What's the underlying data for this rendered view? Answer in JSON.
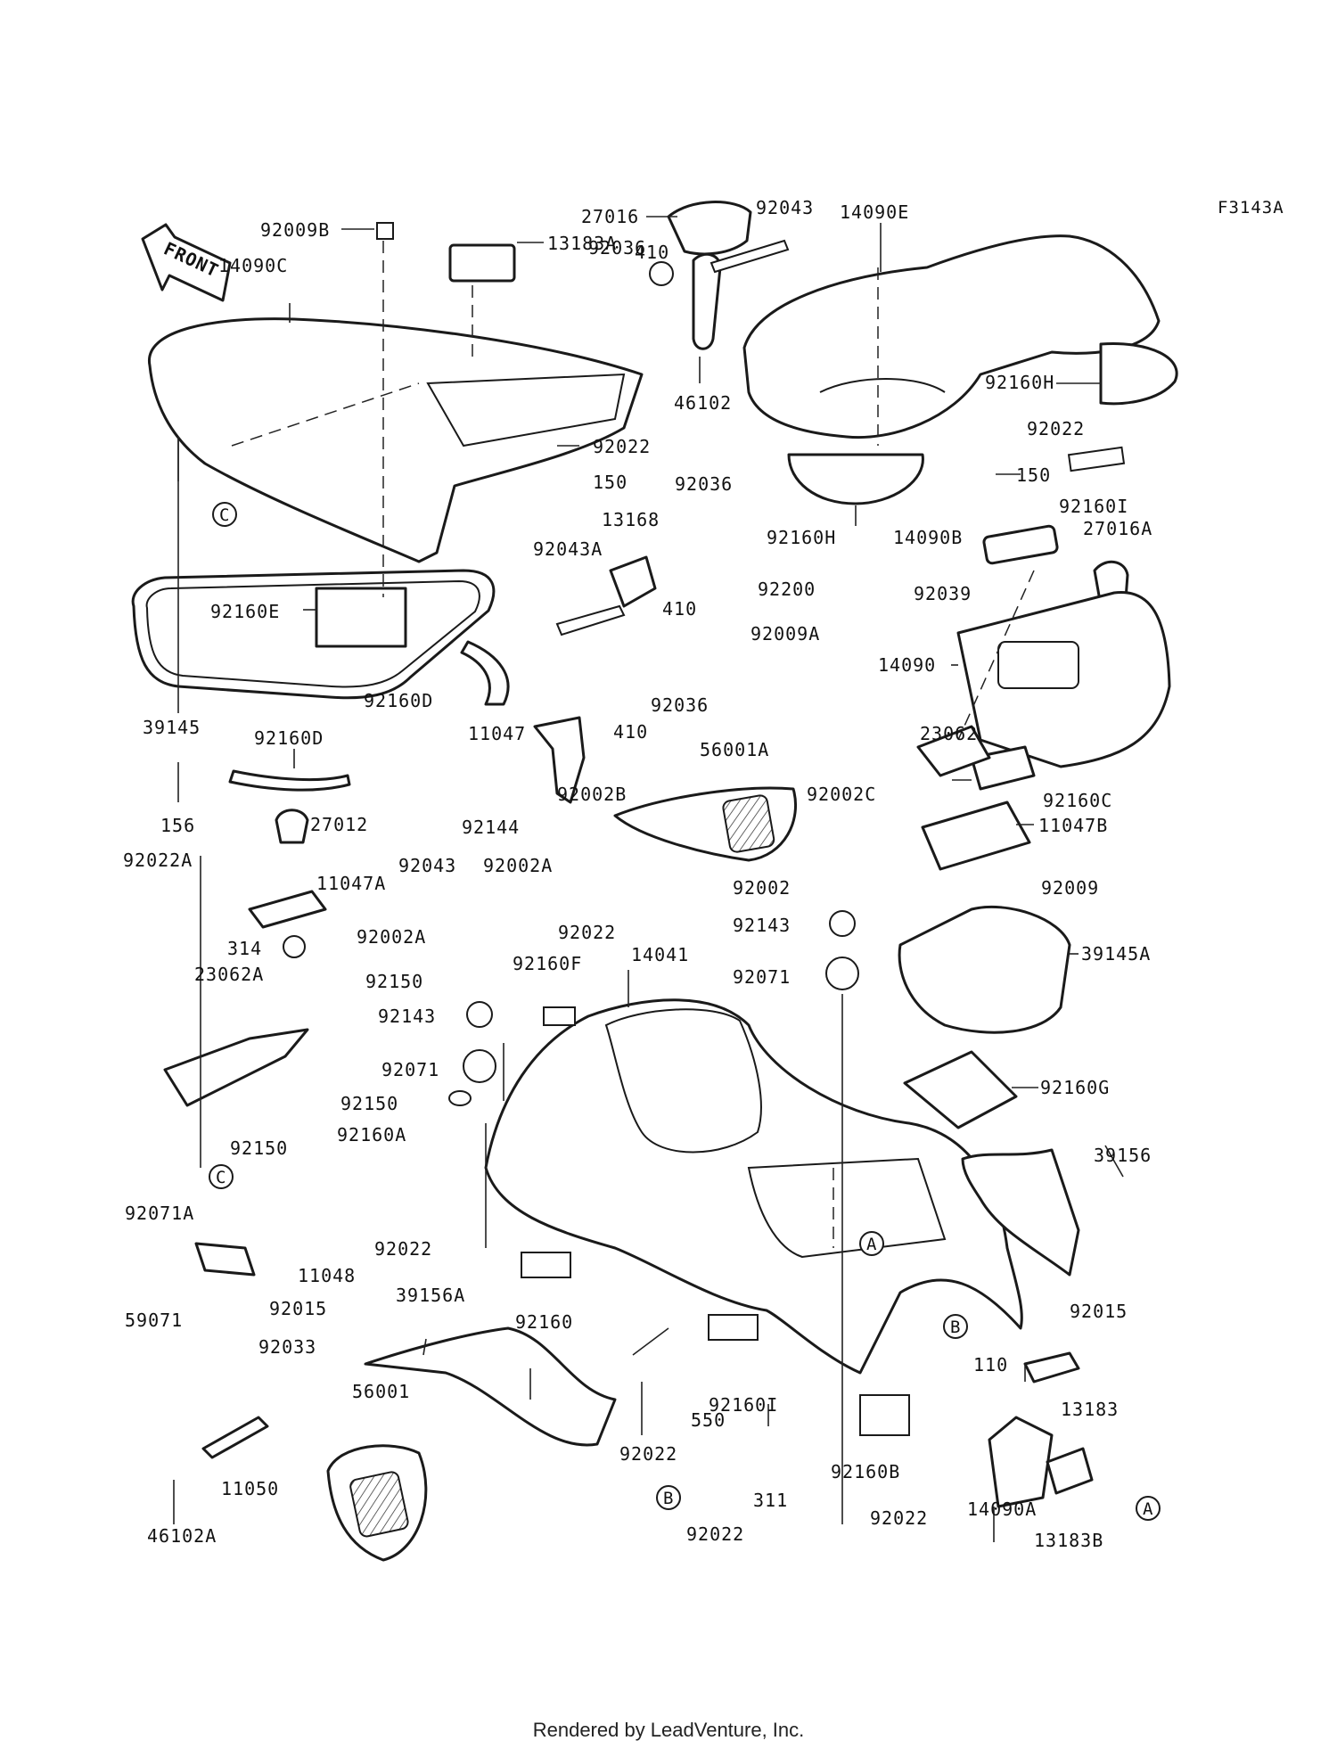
{
  "figure_code": "F3143A",
  "front_label": "FRONT",
  "footer": "Rendered by LeadVenture, Inc.",
  "labels": [
    {
      "id": "l1",
      "text": "92009B"
    },
    {
      "id": "l2",
      "text": "13183A"
    },
    {
      "id": "l3",
      "text": "27016"
    },
    {
      "id": "l4",
      "text": "92043"
    },
    {
      "id": "l5",
      "text": "14090E"
    },
    {
      "id": "l6",
      "text": "14090C"
    },
    {
      "id": "l7",
      "text": "410"
    },
    {
      "id": "l8",
      "text": "92036"
    },
    {
      "id": "l9",
      "text": "46102"
    },
    {
      "id": "l10",
      "text": "92160H"
    },
    {
      "id": "l11",
      "text": "92022"
    },
    {
      "id": "l12",
      "text": "92022"
    },
    {
      "id": "l13",
      "text": "150"
    },
    {
      "id": "l14",
      "text": "150"
    },
    {
      "id": "l15",
      "text": "92036"
    },
    {
      "id": "l16",
      "text": "92160I"
    },
    {
      "id": "l17",
      "text": "13168"
    },
    {
      "id": "l18",
      "text": "92043A"
    },
    {
      "id": "l19",
      "text": "92160H"
    },
    {
      "id": "l20",
      "text": "14090B"
    },
    {
      "id": "l21",
      "text": "27016A"
    },
    {
      "id": "l22",
      "text": "410"
    },
    {
      "id": "l23",
      "text": "92160E"
    },
    {
      "id": "l24",
      "text": "92200"
    },
    {
      "id": "l25",
      "text": "92039"
    },
    {
      "id": "l26",
      "text": "92009A"
    },
    {
      "id": "l27",
      "text": "14090"
    },
    {
      "id": "l28",
      "text": "92160D"
    },
    {
      "id": "l29",
      "text": "92036"
    },
    {
      "id": "l30",
      "text": "39145"
    },
    {
      "id": "l31",
      "text": "92160D"
    },
    {
      "id": "l32",
      "text": "410"
    },
    {
      "id": "l33",
      "text": "11047"
    },
    {
      "id": "l34",
      "text": "23062"
    },
    {
      "id": "l35",
      "text": "56001A"
    },
    {
      "id": "l36",
      "text": "92002B"
    },
    {
      "id": "l37",
      "text": "92002C"
    },
    {
      "id": "l38",
      "text": "92160C"
    },
    {
      "id": "l39",
      "text": "156"
    },
    {
      "id": "l40",
      "text": "27012"
    },
    {
      "id": "l41",
      "text": "92144"
    },
    {
      "id": "l42",
      "text": "11047B"
    },
    {
      "id": "l43",
      "text": "92022A"
    },
    {
      "id": "l44",
      "text": "92043"
    },
    {
      "id": "l45",
      "text": "92002A"
    },
    {
      "id": "l46",
      "text": "11047A"
    },
    {
      "id": "l47",
      "text": "92002"
    },
    {
      "id": "l48",
      "text": "92009"
    },
    {
      "id": "l49",
      "text": "92022"
    },
    {
      "id": "l50",
      "text": "92143"
    },
    {
      "id": "l51",
      "text": "314"
    },
    {
      "id": "l52",
      "text": "92002A"
    },
    {
      "id": "l53",
      "text": "14041"
    },
    {
      "id": "l54",
      "text": "39145A"
    },
    {
      "id": "l55",
      "text": "92160F"
    },
    {
      "id": "l56",
      "text": "92071"
    },
    {
      "id": "l57",
      "text": "23062A"
    },
    {
      "id": "l58",
      "text": "92150"
    },
    {
      "id": "l59",
      "text": "92143"
    },
    {
      "id": "l60",
      "text": "92071"
    },
    {
      "id": "l61",
      "text": "92160G"
    },
    {
      "id": "l62",
      "text": "92150"
    },
    {
      "id": "l63",
      "text": "92160A"
    },
    {
      "id": "l64",
      "text": "92150"
    },
    {
      "id": "l65",
      "text": "39156"
    },
    {
      "id": "l66",
      "text": "92071A"
    },
    {
      "id": "l67",
      "text": "92022"
    },
    {
      "id": "l68",
      "text": "11048"
    },
    {
      "id": "l69",
      "text": "92015"
    },
    {
      "id": "l70",
      "text": "39156A"
    },
    {
      "id": "l71",
      "text": "92160"
    },
    {
      "id": "l72",
      "text": "92015"
    },
    {
      "id": "l73",
      "text": "59071"
    },
    {
      "id": "l74",
      "text": "92033"
    },
    {
      "id": "l75",
      "text": "110"
    },
    {
      "id": "l76",
      "text": "56001"
    },
    {
      "id": "l77",
      "text": "550"
    },
    {
      "id": "l78",
      "text": "92160I"
    },
    {
      "id": "l79",
      "text": "13183"
    },
    {
      "id": "l80",
      "text": "11050"
    },
    {
      "id": "l81",
      "text": "92022"
    },
    {
      "id": "l82",
      "text": "92160B"
    },
    {
      "id": "l83",
      "text": "311"
    },
    {
      "id": "l84",
      "text": "46102A"
    },
    {
      "id": "l85",
      "text": "92022"
    },
    {
      "id": "l86",
      "text": "92022"
    },
    {
      "id": "l87",
      "text": "14090A"
    },
    {
      "id": "l88",
      "text": "13183B"
    }
  ],
  "refs": [
    {
      "id": "r1",
      "text": "C"
    },
    {
      "id": "r2",
      "text": "C"
    },
    {
      "id": "r3",
      "text": "A"
    },
    {
      "id": "r4",
      "text": "B"
    },
    {
      "id": "r5",
      "text": "B"
    },
    {
      "id": "r6",
      "text": "A"
    }
  ]
}
